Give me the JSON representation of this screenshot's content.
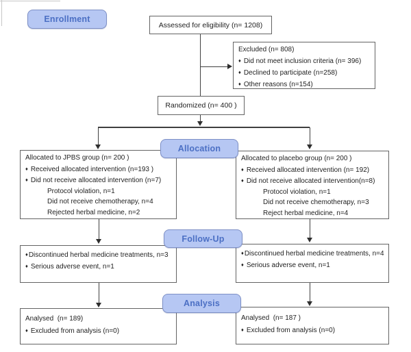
{
  "glyphs": {
    "bullet": "♦"
  },
  "colors": {
    "badge_fill": "#b6c7f3",
    "badge_border": "#7d8fc5",
    "badge_text": "#4b6fc4",
    "box_border": "#636363",
    "connector_line": "#3f3f3f",
    "background": "#ffffff"
  },
  "badges": {
    "enrollment": "Enrollment",
    "allocation": "Allocation",
    "followup": "Follow-Up",
    "analysis": "Analysis"
  },
  "boxes": {
    "assessed": {
      "text": "Assessed for eligibility (n= 1208)"
    },
    "excluded": {
      "title": "Excluded (n= 808)",
      "bullets": [
        "Did not meet inclusion criteria (n= 396)",
        "Declined to participate (n=258)",
        "Other reasons (n=154)"
      ]
    },
    "randomized": {
      "text": "Randomized (n= 400 )"
    },
    "alloc_left": {
      "title": "Allocated to JPBS group (n= 200 )",
      "bullets": [
        "Received allocated intervention (n=193 )",
        "Did not receive allocated intervention (n=7)"
      ],
      "subs": [
        "Protocol violation, n=1",
        "Did not receive chemotherapy, n=4",
        "Rejected herbal medicine, n=2"
      ]
    },
    "alloc_right": {
      "title": "Allocated to placebo group (n= 200 )",
      "bullets": [
        "Received allocated intervention (n= 192)",
        "Did not receive allocated intervention(n=8)"
      ],
      "subs": [
        "Protocol violation, n=1",
        "Did not receive chemotherapy, n=3",
        "Reject herbal medicine, n=4"
      ]
    },
    "fu_left": {
      "bullets": [
        "Discontinued herbal medicine treatments, n=3",
        "Serious adverse event, n=1"
      ]
    },
    "fu_right": {
      "bullets": [
        "Discontinued herbal medicine treatments, n=4",
        "Serious adverse event, n=1"
      ]
    },
    "an_left": {
      "title": "Analysed  (n= 189)",
      "bullets": [
        "Excluded from analysis (n=0)"
      ]
    },
    "an_right": {
      "title": "Analysed  (n= 187 )",
      "bullets": [
        "Excluded from analysis  (n=0)"
      ]
    }
  }
}
